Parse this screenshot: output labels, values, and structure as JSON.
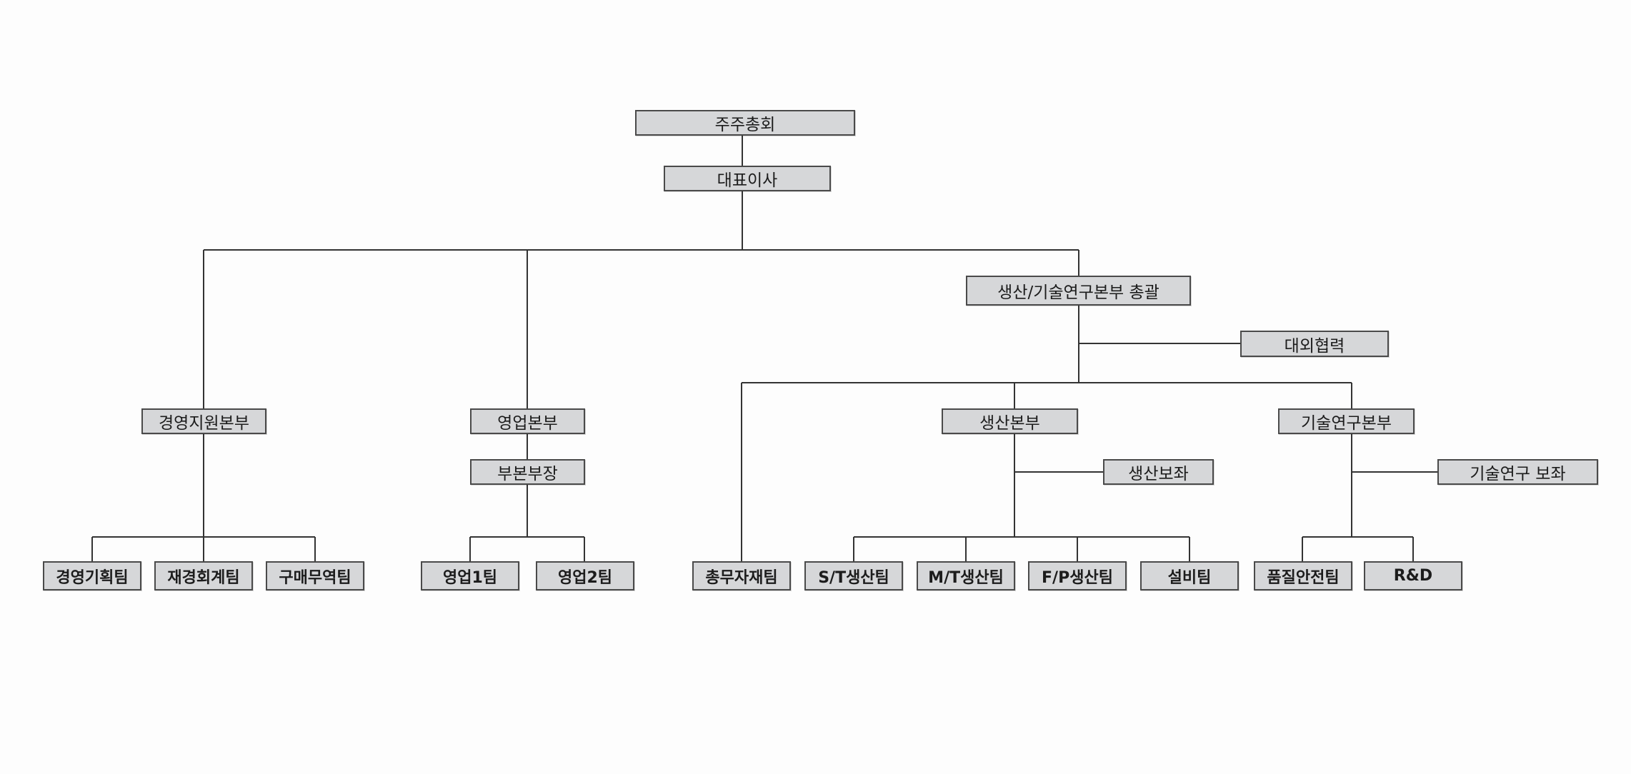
{
  "org": {
    "shareholders": "주주총회",
    "ceo": "대표이사",
    "production_rd_head": "생산/기술연구본부 총괄",
    "external_cooperation": "대외협력",
    "management_support": "경영지원본부",
    "sales": "영업본부",
    "deputy_head": "부본부장",
    "production": "생산본부",
    "production_assistant": "생산보좌",
    "tech_research": "기술연구본부",
    "tech_research_assistant": "기술연구 보좌",
    "teams": {
      "mgmt_planning": "경영기획팀",
      "finance_accounting": "재경회계팀",
      "purchasing_trade": "구매무역팀",
      "sales1": "영업1팀",
      "sales2": "영업2팀",
      "general_materials": "총무자재팀",
      "st_production": "S/T생산팀",
      "mt_production": "M/T생산팀",
      "fp_production": "F/P생산팀",
      "facilities": "설비팀",
      "quality_safety": "품질안전팀",
      "rnd": "R&D"
    }
  },
  "colors": {
    "box_fill": "#d6d7d9",
    "box_border": "#4a4a4a",
    "line": "#333333"
  }
}
